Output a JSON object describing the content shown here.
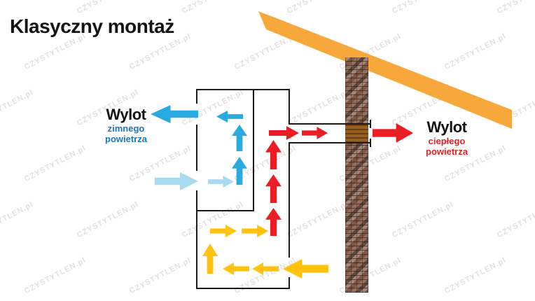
{
  "title": "Klasyczny montaż",
  "watermark": {
    "text": "CZYSTYTLEN.pl"
  },
  "labels": {
    "cold_outlet": {
      "heading": "Wylot",
      "sub1": "zimnego",
      "sub2": "powietrza"
    },
    "warm_outlet": {
      "heading": "Wylot",
      "sub1": "ciepłego",
      "sub2": "powietrza"
    }
  },
  "colors": {
    "cold_air_arrow": "#29ABE2",
    "intake_air_arrow": "#A9DBF0",
    "cold_air_label": "#1B75BC",
    "warm_air_arrow": "#EC1C24",
    "warm_air_label": "#EC1C24",
    "room_air_arrow": "#FFC20E",
    "roof": "#F7A83B",
    "unit_outline": "#1A1A1A"
  }
}
